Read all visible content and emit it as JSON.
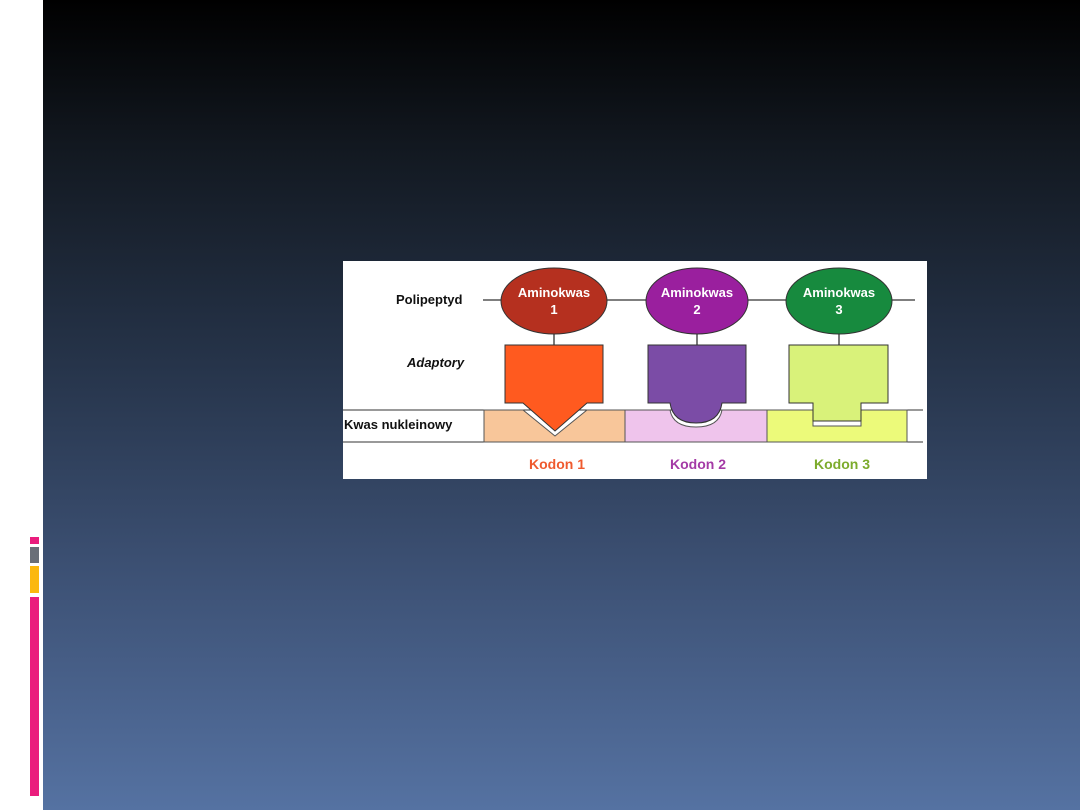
{
  "diagram": {
    "row_labels": {
      "polypeptide": "Polipeptyd",
      "adaptors": "Adaptory",
      "nucleic_acid": "Kwas nukleinowy"
    },
    "units": [
      {
        "amino_label": "Aminokwas",
        "amino_num": "1",
        "codon": "Kodon 1",
        "oval_color": "#b5301f",
        "adaptor_color": "#ff5a1f",
        "strand_color": "#f8c69a",
        "codon_color": "#ef5a2e",
        "shape": "triangle"
      },
      {
        "amino_label": "Aminokwas",
        "amino_num": "2",
        "codon": "Kodon 2",
        "oval_color": "#9a1f9e",
        "adaptor_color": "#7b4ca6",
        "strand_color": "#efc4ec",
        "codon_color": "#a43aa6",
        "shape": "round"
      },
      {
        "amino_label": "Aminokwas",
        "amino_num": "3",
        "codon": "Kodon 3",
        "oval_color": "#178a3e",
        "adaptor_color": "#d9f27a",
        "strand_color": "#ecfa7a",
        "codon_color": "#7cab2c",
        "shape": "square"
      }
    ]
  },
  "decor": {
    "slide_bg_top": "#000000",
    "slide_bg_bottom": "#5572a2",
    "accent_magenta": "#ea1d7d",
    "accent_gray": "#6a6f78",
    "accent_orange": "#fbb80f"
  }
}
